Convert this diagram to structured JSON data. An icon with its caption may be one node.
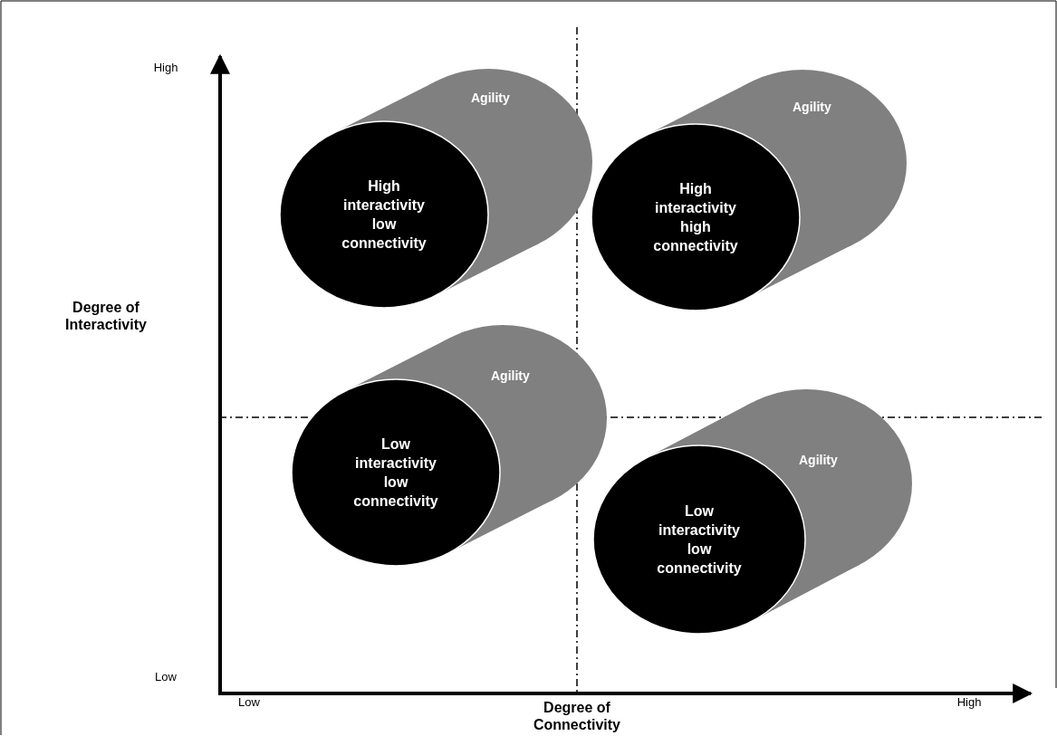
{
  "diagram": {
    "nodes": [
      {
        "text": [
          "High interactivity low connectivity",
          "Agility"
        ]
      },
      {
        "text": [
          "High interactivity high connectivity",
          "Agility"
        ]
      },
      {
        "text": [
          "Low interactivity low connectivity",
          "Agility"
        ]
      },
      {
        "text": [
          "Low interactivity low connectivity",
          "Agility"
        ]
      }
    ],
    "edges": [],
    "labels": [
      "High",
      "Degree of Interactivity",
      "Low",
      "Low",
      "Degree of Connectivity",
      "High"
    ]
  }
}
